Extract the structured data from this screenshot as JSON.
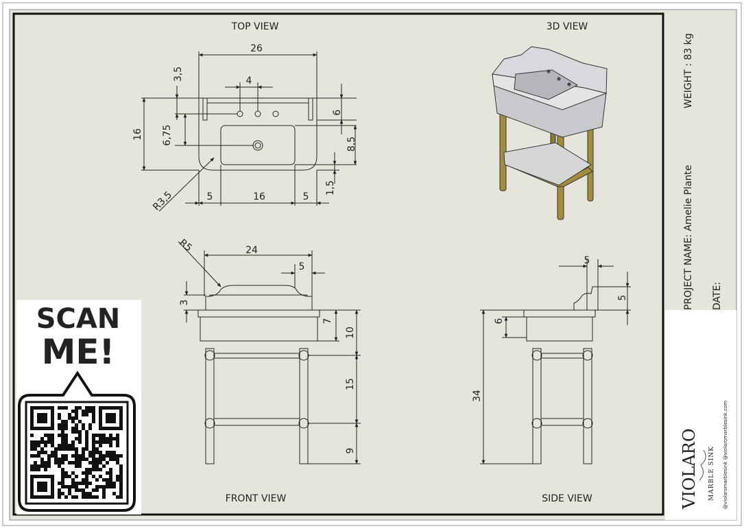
{
  "views": {
    "top": "TOP VIEW",
    "threed": "3D VIEW",
    "front": "FRONT VIEW",
    "side": "SIDE VIEW"
  },
  "dims": {
    "top": {
      "width": "26",
      "upper": "3,5",
      "taps": "4",
      "height": "16",
      "tap_offset": "6",
      "bowl_y": "6,75",
      "bowl_r": "8,5",
      "radius": "R3,5",
      "left": "5",
      "bowl_w": "16",
      "right": "5",
      "front_lip": "1,5"
    },
    "front": {
      "radius": "R5",
      "width": "24",
      "top_w": "5",
      "splash": "3",
      "apron": "7",
      "body": "10",
      "mid": "15",
      "low": "9"
    },
    "side": {
      "depth": "5",
      "splash": "5",
      "apron": "6",
      "total": "34"
    }
  },
  "title_block": {
    "weight": "WEIGHT : 83 kg",
    "project": "PROJECT NAME: Amelie Plante",
    "date": "DATE:"
  },
  "qr": {
    "cta_line1": "SCAN",
    "cta_line2": "ME!"
  },
  "brand": {
    "name": "VIOLARO",
    "tagline": "MARBLE SINK",
    "social": "@violaromarblesink  @violaromarblesink.com"
  },
  "colors": {
    "sheet": "#e6e5dc",
    "ink": "#222222",
    "brass": "#a58c3c",
    "marble": "#d5d6d8"
  }
}
